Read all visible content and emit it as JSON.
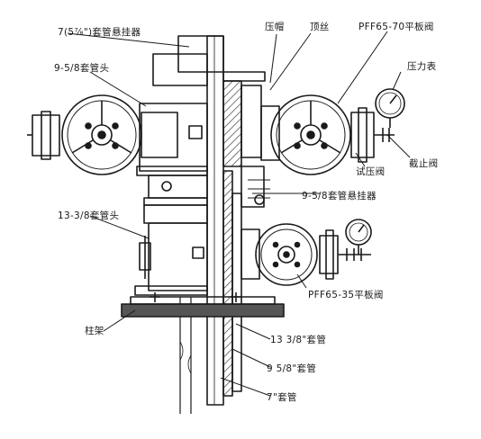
{
  "labels": {
    "casing_hanger_7": "7(5⅞\")套管悬挂器",
    "compression_cap": "压帽",
    "top_wire": "顶丝",
    "gate_valve_pff65_70": "PFF65-70平板阀",
    "casing_head_958": "9-5/8套管头",
    "pressure_gauge": "压力表",
    "shutoff_valve": "截止阀",
    "test_valve": "试压阀",
    "casing_hanger_958": "9-5/8套管悬挂器",
    "casing_head_1338": "13-3/8套管头",
    "gate_valve_pff65_35": "PFF65-35平板阀",
    "support_frame": "柱架",
    "casing_1338": "13 3/8\"套管",
    "casing_958": "9 5/8\"套管",
    "casing_7": "7\"套管"
  },
  "colors": {
    "ink": "#1a1a1a",
    "hatch": "#3a3a3a",
    "background": "#ffffff"
  }
}
